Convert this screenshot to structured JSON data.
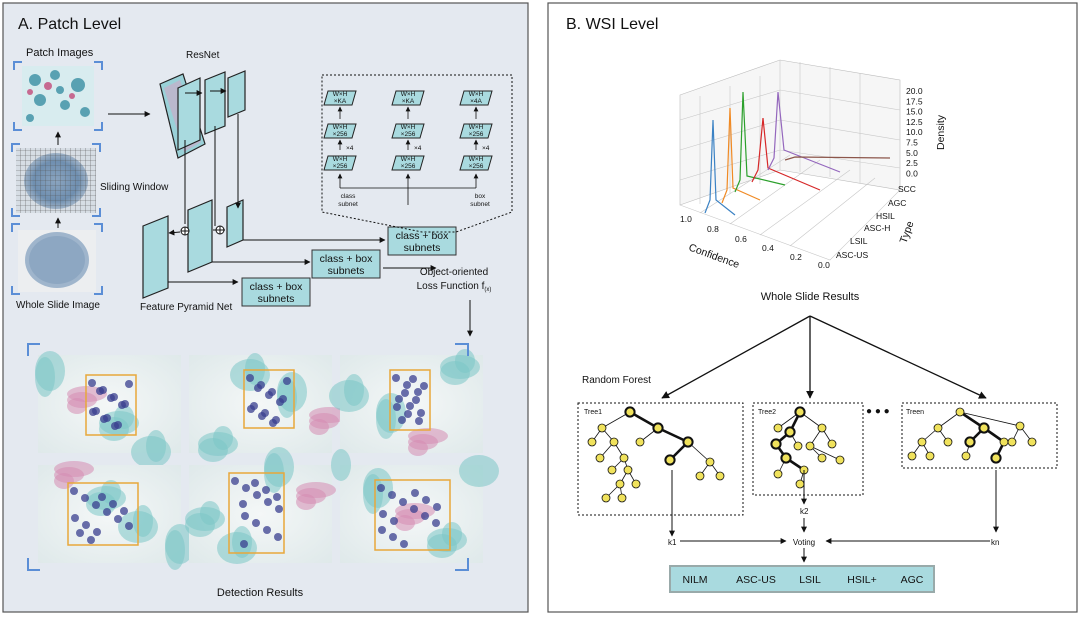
{
  "panel_a": {
    "title": "A.  Patch Level",
    "patch_images": "Patch Images",
    "sliding_window": "Sliding Window",
    "whole_slide_image": "Whole Slide Image",
    "resnet": "ResNet",
    "feature_pyramid": "Feature Pyramid Net",
    "class_box_subnets_1": "class + box",
    "class_box_subnets_2": "subnets",
    "loss_line1": "Object-oriented",
    "loss_line2": "Loss Function f",
    "loss_sub": "(x)",
    "detection_results": "Detection Results",
    "subnet_detail": {
      "class_subnet_1": "class",
      "class_subnet_2": "subnet",
      "box_subnet_1": "box",
      "box_subnet_2": "subnet",
      "times4": "×4",
      "wh": "W×H",
      "k256": "×256",
      "kA": "×KA",
      "fourA": "×4A"
    }
  },
  "panel_b": {
    "title": "B.  WSI Level",
    "whole_slide_results": "Whole Slide Results",
    "random_forest": "Random Forest",
    "tree1": "Tree1",
    "tree2": "Tree2",
    "treen": "Treen",
    "dots": "● ● ●",
    "k1": "k1",
    "k2": "k2",
    "kn": "kn",
    "voting": "Voting",
    "classes": [
      "NILM",
      "ASC-US",
      "LSIL",
      "HSIL+",
      "AGC"
    ],
    "chart": {
      "x_label": "Confidence",
      "y_label": "Type",
      "z_label": "Density",
      "x_ticks": [
        "1.0",
        "0.8",
        "0.6",
        "0.4",
        "0.2",
        "0.0"
      ],
      "types": [
        "SCC",
        "AGC",
        "HSIL",
        "ASC-H",
        "LSIL",
        "ASC-US"
      ],
      "z_ticks": [
        "20.0",
        "17.5",
        "15.0",
        "12.5",
        "10.0",
        "7.5",
        "5.0",
        "2.5",
        "0.0"
      ]
    }
  },
  "colors": {
    "panel_bg": "#e4e9f0",
    "teal_box": "#a9dadf",
    "node_yellow": "#f0e25c",
    "bracket_blue": "#5b8ed6",
    "orange_box": "#e8a73a"
  }
}
